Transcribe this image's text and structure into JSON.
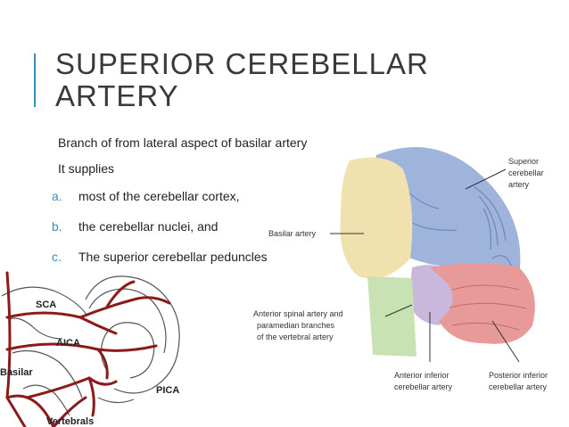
{
  "slide": {
    "title_line1": "SUPERIOR CEREBELLAR",
    "title_line2": "ARTERY",
    "subtitle": "Branch of from lateral aspect of basilar artery",
    "supplies_label": "It supplies",
    "items": [
      {
        "marker": "a.",
        "text": "most of the cerebellar cortex,"
      },
      {
        "marker": "b.",
        "text": "the cerebellar nuclei, and"
      },
      {
        "marker": "c.",
        "text": "The superior cerebellar peduncles"
      }
    ]
  },
  "left_diagram": {
    "labels": {
      "sca": "SCA",
      "aica": "AICA",
      "basilar": "Basilar",
      "pica": "PICA",
      "vertebrals": "Vertebrals"
    },
    "vessel_color": "#8b1a1a"
  },
  "right_illustration": {
    "labels": {
      "superior_l1": "Superior",
      "superior_l2": "cerebellar",
      "superior_l3": "artery",
      "basilar": "Basilar artery",
      "anterior_spinal_l1": "Anterior spinal artery and",
      "anterior_spinal_l2": "paramedian branches",
      "anterior_spinal_l3": "of the vertebral artery",
      "aica_l1": "Anterior inferior",
      "aica_l2": "cerebellar artery",
      "pica_l1": "Posterior inferior",
      "pica_l2": "cerebellar artery"
    },
    "colors": {
      "superior_region": "#9fb4da",
      "anterior_inferior_region": "#c9b7dc",
      "posterior_inferior_region": "#e89a9a",
      "basilar_region": "#efe2ae",
      "spinal_region": "#c9e2b4"
    }
  },
  "theme": {
    "accent": "#3b8fb5"
  }
}
